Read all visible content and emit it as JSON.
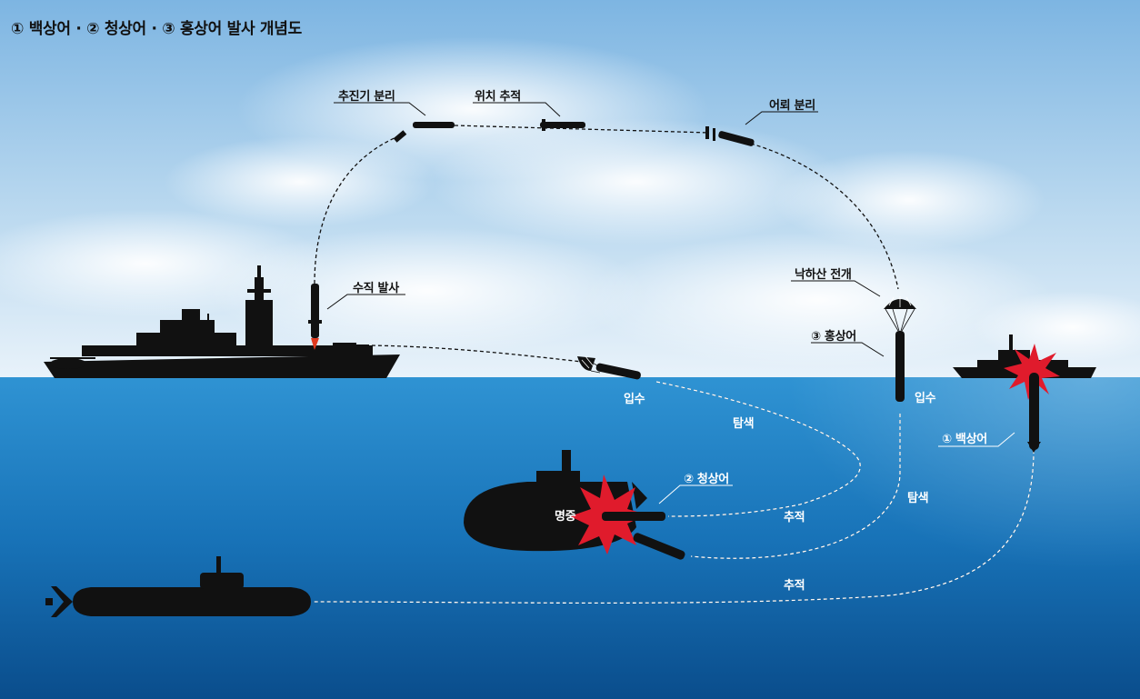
{
  "title": "① 백상어 · ② 청상어 · ③ 홍상어 발사 개념도",
  "labels": {
    "vertical_launch": "수직 발사",
    "booster_separation": "추진기 분리",
    "position_tracking": "위치 추적",
    "torpedo_separation": "어뢰 분리",
    "parachute_deploy": "낙하산 전개",
    "red_shark": "③ 홍상어",
    "white_shark": "① 백상어",
    "blue_shark": "② 청상어",
    "entry_left": "입수",
    "entry_right": "입수",
    "search_left": "탐색",
    "search_right": "탐색",
    "track_upper": "추적",
    "track_lower": "추적",
    "hit": "명중"
  },
  "colors": {
    "sky_top": "#7fb7e3",
    "sky_bottom": "#e6f1f9",
    "sea_top": "#2c8fd0",
    "sea_bottom": "#0b4f8f",
    "silhouette": "#111111",
    "explosion": "#e01b2c"
  }
}
